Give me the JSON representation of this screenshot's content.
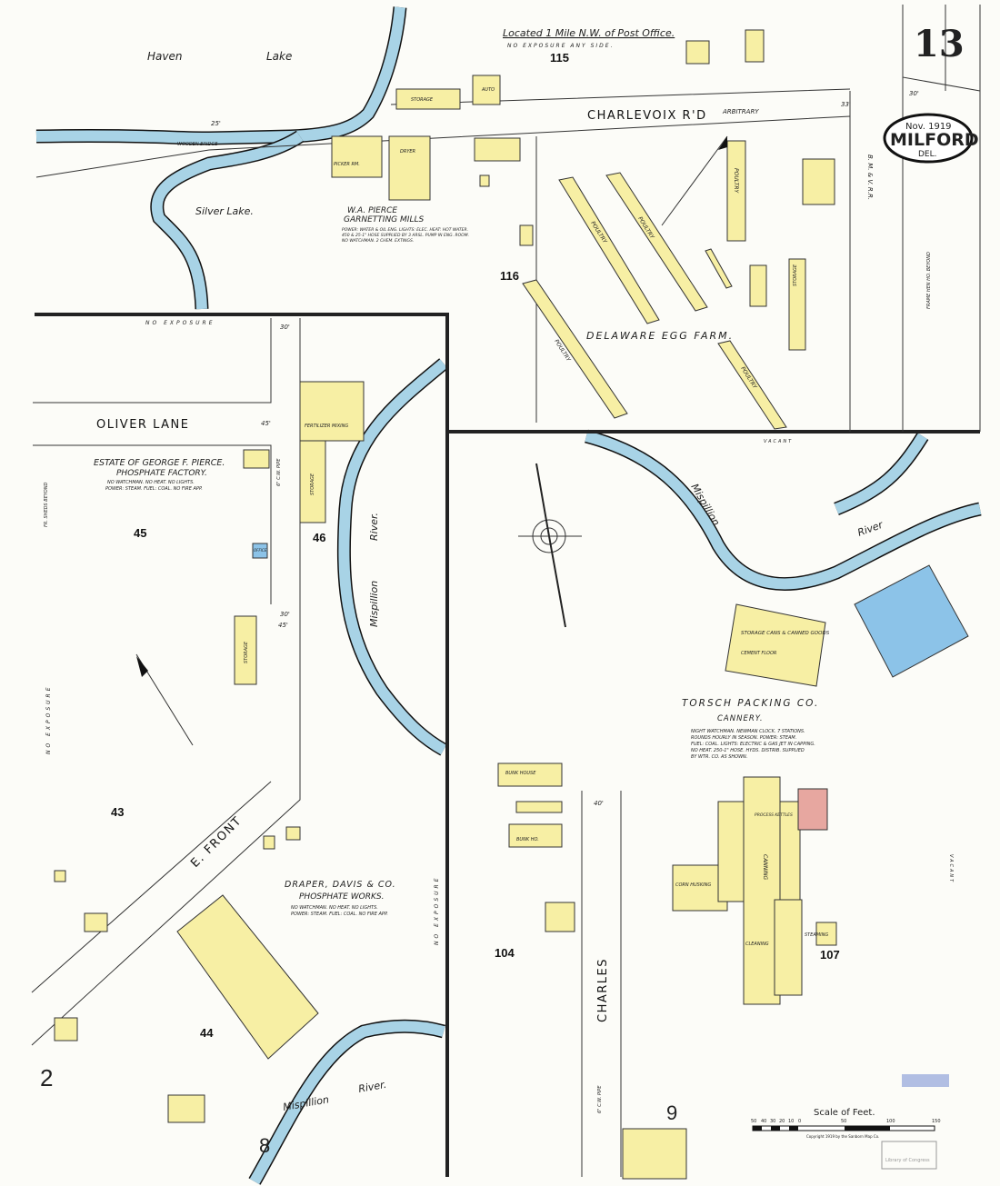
{
  "sheet": {
    "number": "13",
    "date": "Nov. 1919",
    "city": "MILFORD",
    "state": "DEL."
  },
  "header": {
    "location_note": "Located 1 Mile N.W. of Post Office.",
    "exposure_note": "NO EXPOSURE ANY SIDE."
  },
  "water": {
    "haven": "Haven",
    "lake": "Lake",
    "silver_lake": "Silver Lake.",
    "mispillion_1": "Mispillion",
    "river_1": "River.",
    "mispillion_2": "Mispillion",
    "river_2": "River",
    "mispillion_3": "Mispillion",
    "river_3": "River."
  },
  "streets": {
    "charlevoix": "CHARLEVOIX R'D",
    "arbitrary": "ARBITRARY",
    "oliver_lane": "OLIVER LANE",
    "e_front": "E. FRONT",
    "charles": "CHARLES",
    "railroad": "B. M. & V. R.R.",
    "wooden_bridge": "WOODEN BRIDGE"
  },
  "blocks": [
    "115",
    "116",
    "45",
    "46",
    "43",
    "44",
    "104",
    "107",
    "2",
    "8",
    "9"
  ],
  "businesses": {
    "pierce_name": "W.A. PIERCE",
    "pierce_mill": "GARNETTING MILLS",
    "pierce_notes": [
      "POWER: WATER & OIL ENG. LIGHTS: ELEC. HEAT: HOT WATER.",
      "450 & 25-1\" HOSE SUPPLIED BY 3 ARSL. PUMP IN ENG. ROOM.",
      "NO WATCHMAN. 2 CHEM. EXTINGS."
    ],
    "egg_farm": "DELAWARE EGG FARM.",
    "estate_name": "ESTATE OF GEORGE F. PIERCE.",
    "estate_factory": "PHOSPHATE FACTORY.",
    "estate_notes": [
      "NO WATCHMAN. NO HEAT. NO LIGHTS.",
      "POWER: STEAM. FUEL: COAL. NO FIRE APP."
    ],
    "draper_name": "DRAPER, DAVIS & CO.",
    "draper_works": "PHOSPHATE WORKS.",
    "draper_notes": [
      "NO WATCHMAN. NO HEAT. NO LIGHTS.",
      "POWER: STEAM. FUEL: COAL. NO FIRE APP."
    ],
    "torsch_name": "TORSCH PACKING CO.",
    "torsch_cannery": "CANNERY.",
    "torsch_notes": [
      "NIGHT WATCHMAN. NEWMAN CLOCK. 7 STATIONS.",
      "ROUNDS HOURLY IN SEASON. POWER: STEAM.",
      "FUEL: COAL. LIGHTS: ELECTRIC & GAS JET IN CAPPING.",
      "NO HEAT. 250-1\" HOSE. HYDS. DISTRIB. SUPPLIED",
      "BY WTR. CO. AS SHOWN."
    ]
  },
  "building_labels": {
    "storage": "STORAGE",
    "auto": "AUTO",
    "poultry": "POULTRY",
    "fertilizer_mixing": "FERTILIZER MIXING",
    "office": "OFFICE",
    "bunk_house": "BUNK HOUSE",
    "bunk_ho": "BUNK HO.",
    "corn_husking": "CORN HUSKING",
    "canning": "CANNING",
    "cleaning": "CLEANING",
    "steaming": "STEAMING",
    "process_kettles": "PROCESS KETTLES",
    "storage_cans": "STORAGE CANS & CANNED GOODS",
    "cement_floor": "CEMENT FLOOR",
    "picker": "PICKER RM.",
    "dryer": "DRYER"
  },
  "exposure": {
    "no_exposure": "NO EXPOSURE",
    "vacant": "VACANT",
    "frame_hen": "FRAME HEN HO. BEYOND",
    "pk_sheds": "FR. SHEDS BEYOND"
  },
  "pipes": {
    "cw_pipe": "6\" C.W. PIPE"
  },
  "widths": [
    "30'",
    "45'",
    "30'",
    "45'",
    "40'",
    "33'",
    "30'",
    "25'"
  ],
  "scale": {
    "title": "Scale of Feet.",
    "ticks": [
      "50",
      "40",
      "30",
      "20",
      "10",
      "0",
      "50",
      "100",
      "150"
    ],
    "copyright": "Copyright 1919 by the Sanborn Map Co."
  },
  "stamp": "Library of Congress",
  "colors": {
    "frame_building": "#f7efa4",
    "brick_building": "#e7a7a0",
    "fireproof": "#8cc3e8",
    "water": "#a8d3e6"
  }
}
